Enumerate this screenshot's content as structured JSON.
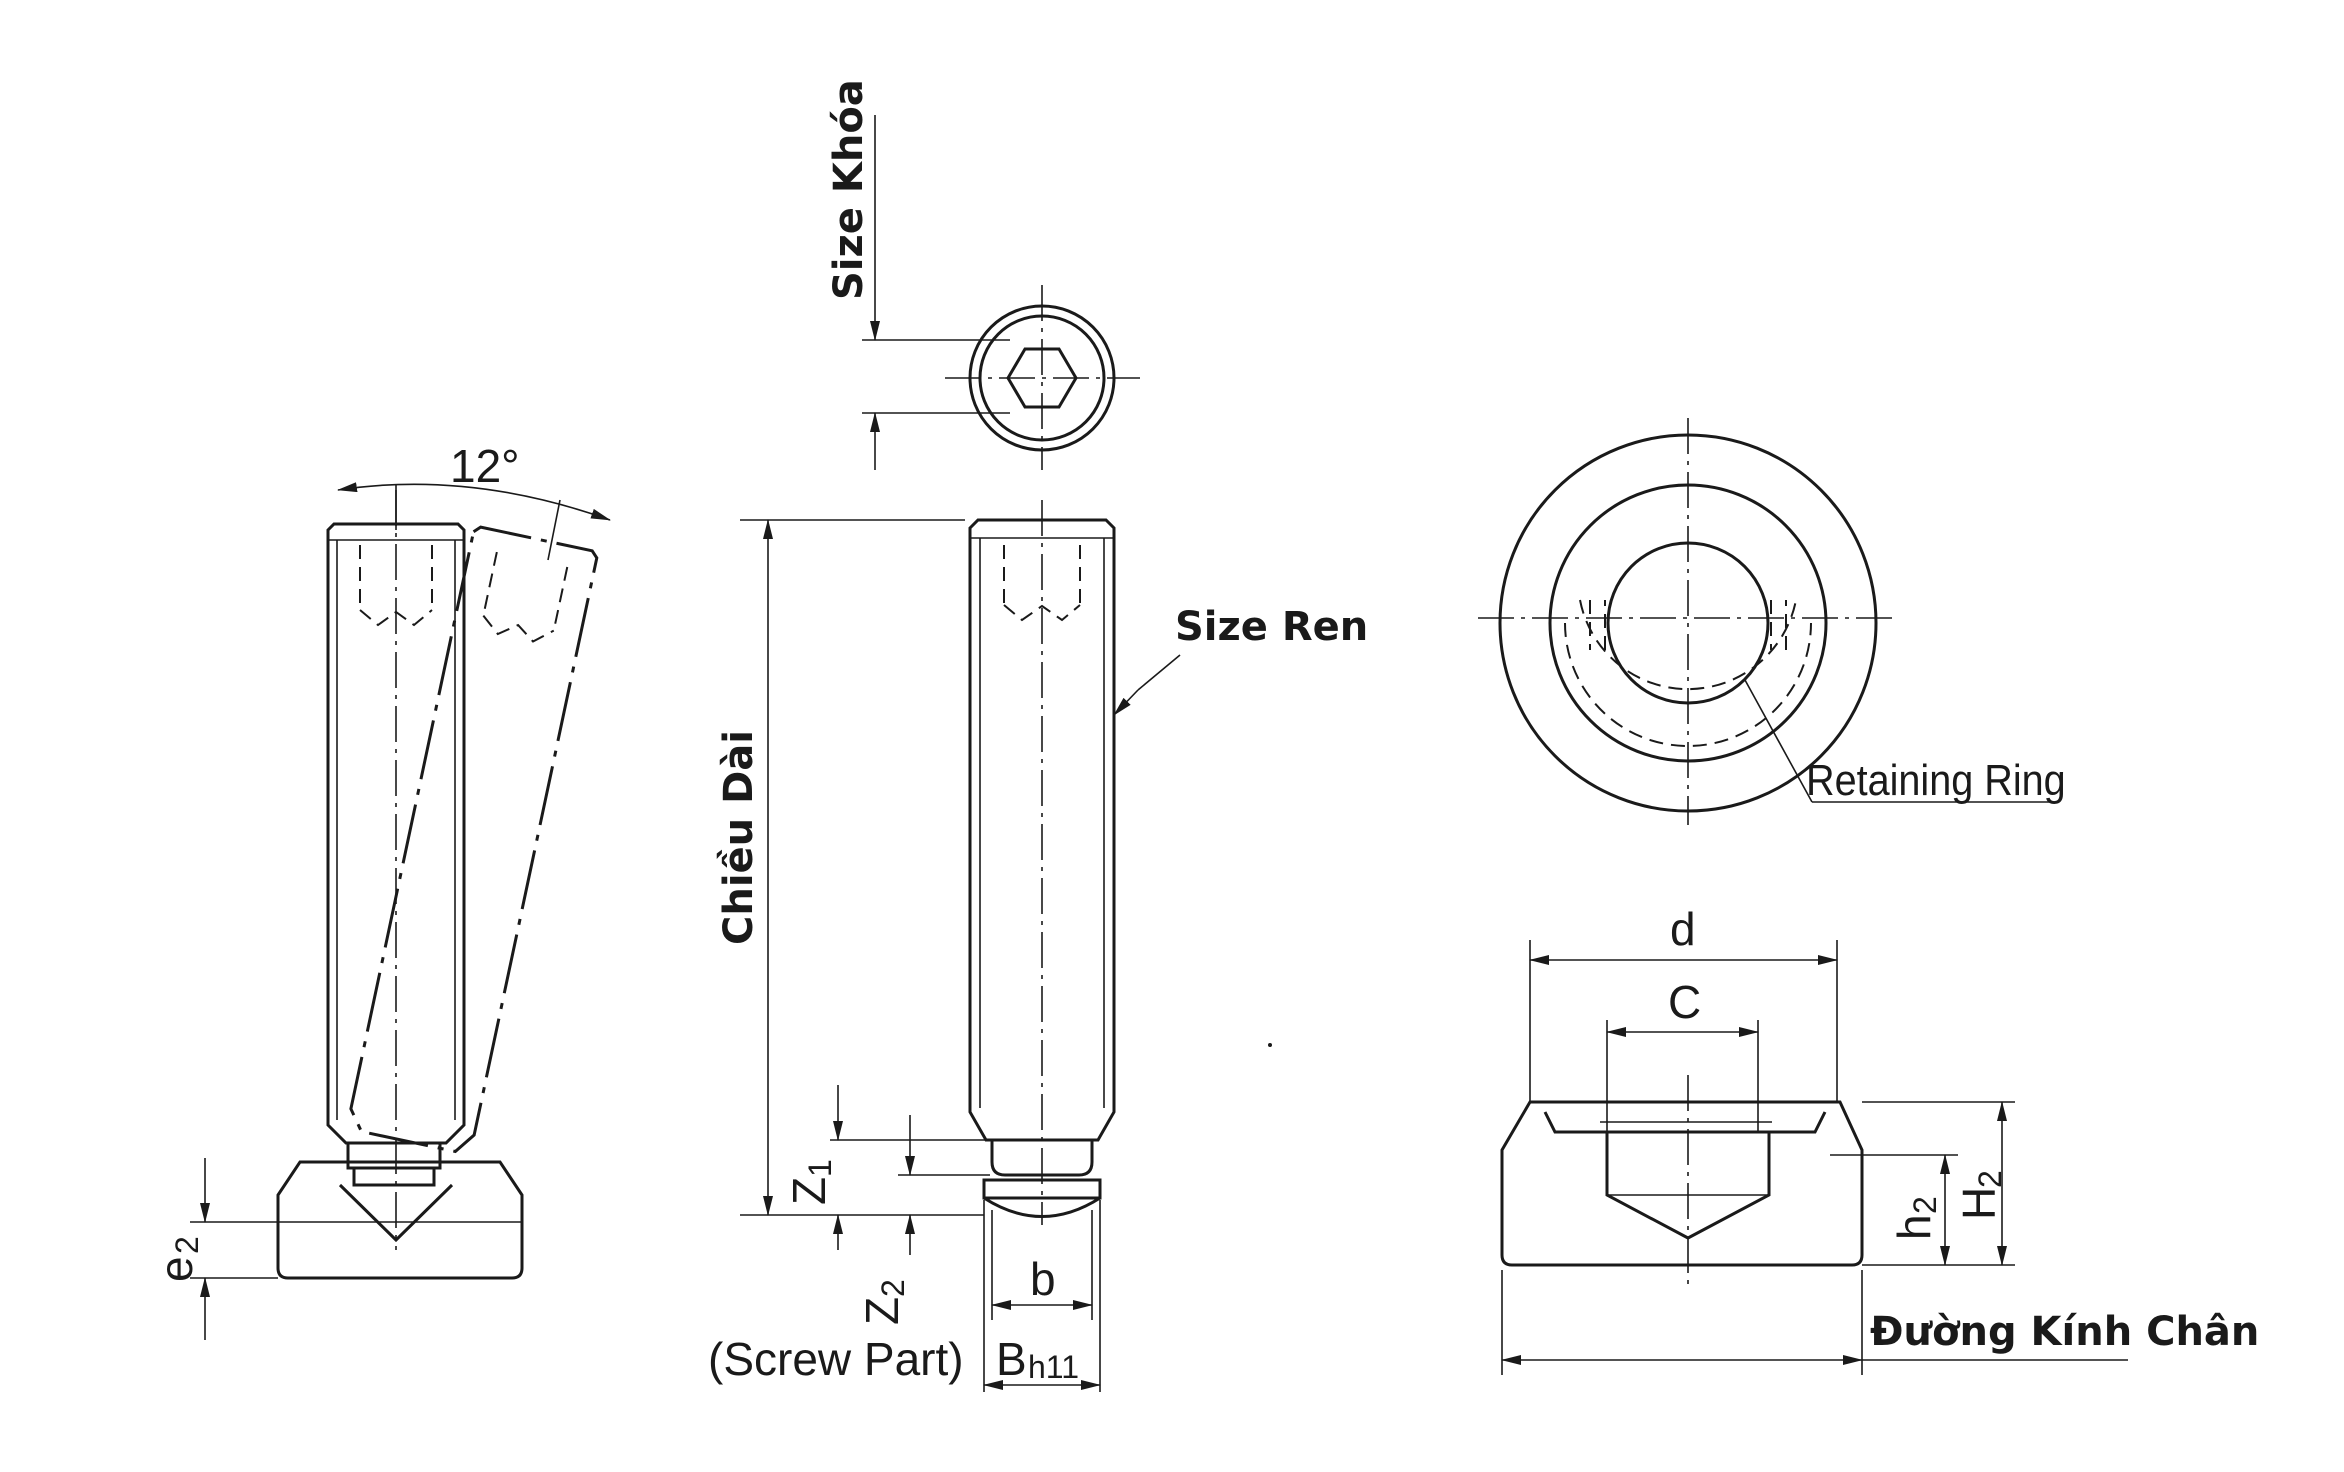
{
  "labels": {
    "angle": "12°",
    "size_khoa": "Size Khóa",
    "size_ren": "Size Ren",
    "chieu_dai": "Chiều Dài",
    "z1_main": "Z",
    "z1_sub": "1",
    "z2_main": "Z",
    "z2_sub": "2",
    "e2_main": "e",
    "e2_sub": "2",
    "screw_part": "(Screw Part)",
    "b": "b",
    "bh11_main": "B",
    "bh11_sub": "h11",
    "retaining_ring": "Retaining Ring",
    "d": "d",
    "c": "C",
    "h2_main": "h",
    "h2_sub": "2",
    "H2_main": "H",
    "H2_sub": "2",
    "duong_kinh_chan": "Đường Kính Chân"
  }
}
